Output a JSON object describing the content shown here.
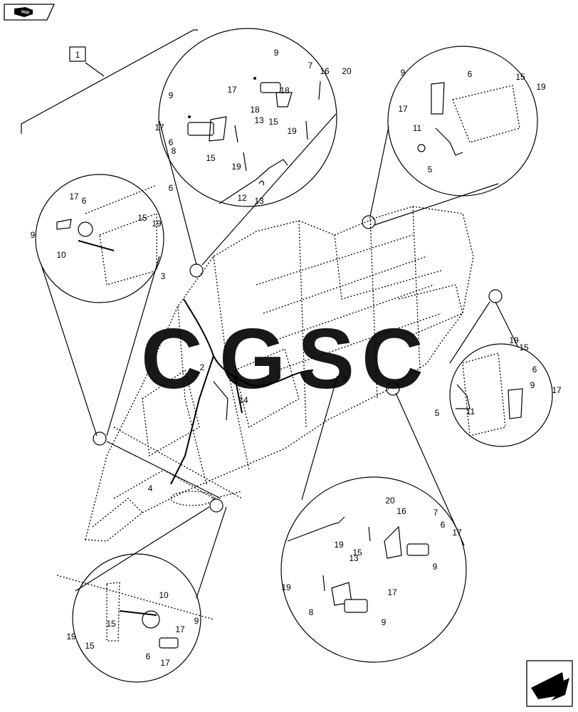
{
  "callout_labels": [
    "1",
    "2",
    "3",
    "3",
    "4",
    "5",
    "5",
    "6",
    "6",
    "6",
    "6",
    "6",
    "6",
    "6",
    "7",
    "7",
    "8",
    "8",
    "9",
    "9",
    "9",
    "9",
    "9",
    "9",
    "9",
    "9",
    "10",
    "10",
    "11",
    "11",
    "12",
    "13",
    "13",
    "13",
    "14",
    "15",
    "15",
    "15",
    "15",
    "15",
    "15",
    "15",
    "15",
    "16",
    "16",
    "17",
    "17",
    "17",
    "17",
    "17",
    "17",
    "17",
    "17",
    "17",
    "18",
    "18",
    "19",
    "19",
    "19",
    "19",
    "19",
    "19",
    "19",
    "19",
    "20",
    "20"
  ],
  "icons": {
    "top_left": "harvester-view-icon",
    "bottom_right": "next-page-arrow-icon"
  },
  "watermark": {
    "text": "CGSC",
    "colors": [
      "#4a8ff0",
      "#f05a5a",
      "#f7d24a",
      "#3fbf8a"
    ]
  }
}
